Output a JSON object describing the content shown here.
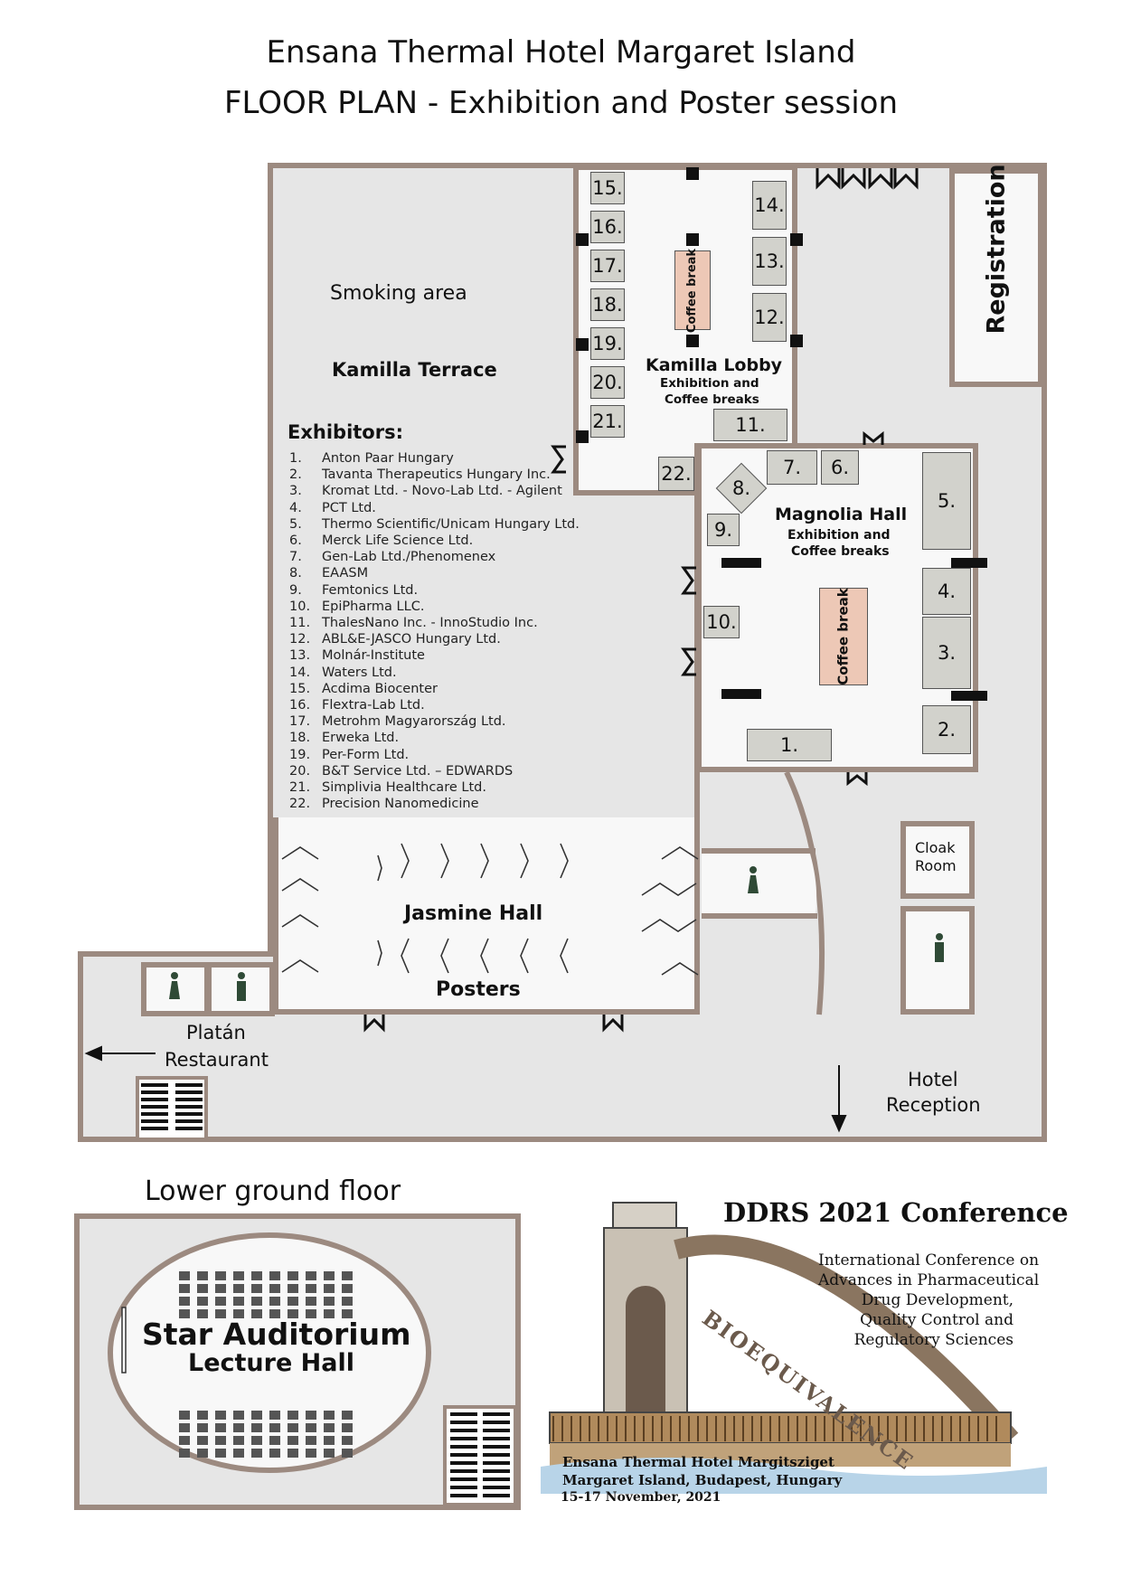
{
  "header": {
    "title_line1": "Ensana Thermal Hotel Margaret Island",
    "title_line2": "FLOOR PLAN - Exhibition and Poster session"
  },
  "areas": {
    "smoking": "Smoking area",
    "kamilla_terrace": "Kamilla Terrace",
    "kamilla_lobby": "Kamilla Lobby",
    "kamilla_lobby_sub1": "Exhibition and",
    "kamilla_lobby_sub2": "Coffee breaks",
    "registration": "Registration",
    "magnolia": "Magnolia Hall",
    "magnolia_sub1": "Exhibition and",
    "magnolia_sub2": "Coffee breaks",
    "coffee_break": "Coffee break",
    "jasmine": "Jasmine Hall",
    "posters": "Posters",
    "cloak1": "Cloak",
    "cloak2": "Room",
    "platan1": "Platán",
    "platan2": "Restaurant",
    "reception1": "Hotel",
    "reception2": "Reception",
    "lower_ground": "Lower ground floor",
    "auditorium1": "Star Auditorium",
    "auditorium2": "Lecture Hall"
  },
  "booths": {
    "b1": "1.",
    "b2": "2.",
    "b3": "3.",
    "b4": "4.",
    "b5": "5.",
    "b6": "6.",
    "b7": "7.",
    "b8": "8.",
    "b9": "9.",
    "b10": "10.",
    "b11": "11.",
    "b12": "12.",
    "b13": "13.",
    "b14": "14.",
    "b15": "15.",
    "b16": "16.",
    "b17": "17.",
    "b18": "18.",
    "b19": "19.",
    "b20": "20.",
    "b21": "21.",
    "b22": "22."
  },
  "exhibitors": {
    "heading": "Exhibitors:",
    "items": [
      {
        "num": "1.",
        "name": "Anton Paar Hungary"
      },
      {
        "num": "2.",
        "name": "Tavanta Therapeutics Hungary Inc."
      },
      {
        "num": "3.",
        "name": "Kromat Ltd. - Novo-Lab Ltd. - Agilent"
      },
      {
        "num": "4.",
        "name": "PCT Ltd."
      },
      {
        "num": "5.",
        "name": "Thermo Scientific/Unicam Hungary Ltd."
      },
      {
        "num": "6.",
        "name": "Merck Life Science Ltd."
      },
      {
        "num": "7.",
        "name": "Gen-Lab Ltd./Phenomenex"
      },
      {
        "num": "8.",
        "name": "EAASM"
      },
      {
        "num": "9.",
        "name": "Femtonics Ltd."
      },
      {
        "num": "10.",
        "name": "EpiPharma LLC."
      },
      {
        "num": "11.",
        "name": "ThalesNano Inc. - InnoStudio Inc."
      },
      {
        "num": "12.",
        "name": "ABL&E-JASCO Hungary Ltd."
      },
      {
        "num": "13.",
        "name": "Molnár-Institute"
      },
      {
        "num": "14.",
        "name": "Waters Ltd."
      },
      {
        "num": "15.",
        "name": "Acdima Biocenter"
      },
      {
        "num": "16.",
        "name": "Flextra-Lab Ltd."
      },
      {
        "num": "17.",
        "name": "Metrohm Magyarország Ltd."
      },
      {
        "num": "18.",
        "name": "Erweka Ltd."
      },
      {
        "num": "19.",
        "name": "Per-Form Ltd."
      },
      {
        "num": "20.",
        "name": "B&T Service Ltd.  – EDWARDS"
      },
      {
        "num": "21.",
        "name": "Simplivia Healthcare Ltd."
      },
      {
        "num": "22.",
        "name": "Precision Nanomedicine"
      }
    ]
  },
  "conference": {
    "name": "DDRS 2021 Conference",
    "desc1": "International Conference on",
    "desc2": "Advances in Pharmaceutical",
    "desc3": "Drug Development,",
    "desc4": "Quality Control and",
    "desc5": "Regulatory Sciences",
    "bridge_text": "BIOEQUIVALENCE",
    "venue1": "Ensana Thermal Hotel Margitsziget",
    "venue2": "Margaret Island, Budapest, Hungary",
    "dates": "15-17 November, 2021"
  },
  "colors": {
    "wall": "#9c8a80",
    "floor": "#e6e6e6",
    "booth": "#d2d2cc",
    "coffee": "#edc8b6",
    "icon": "#2f4a36"
  }
}
